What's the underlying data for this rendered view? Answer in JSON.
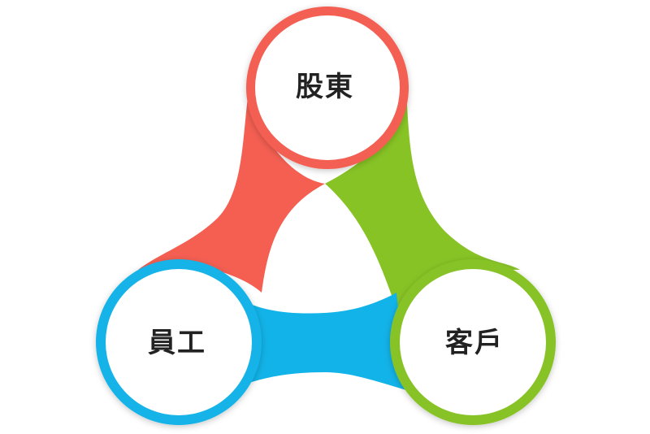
{
  "diagram": {
    "nodes": [
      {
        "id": "shareholders",
        "label": "股東",
        "color": "#F45F52"
      },
      {
        "id": "customers",
        "label": "客戶",
        "color": "#87C325"
      },
      {
        "id": "employees",
        "label": "員工",
        "color": "#12B3E8"
      }
    ]
  }
}
